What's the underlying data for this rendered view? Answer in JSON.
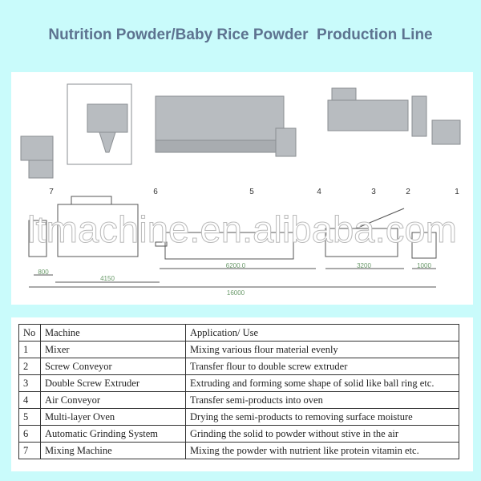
{
  "title": "Nutrition Powder/Baby Rice Powder  Production Line",
  "diagram": {
    "watermark": "ltmachine.en.alibaba.com",
    "callouts": [
      "7",
      "6",
      "5",
      "4",
      "3",
      "2",
      "1"
    ],
    "dimensions": [
      "800",
      "4150",
      "6200.0",
      "3200",
      "1000",
      "16000"
    ]
  },
  "table": {
    "headers": [
      "No",
      "Machine",
      "Application/ Use"
    ],
    "rows": [
      [
        "1",
        "Mixer",
        "Mixing various flour material evenly"
      ],
      [
        "2",
        "Screw Conveyor",
        "Transfer flour to double screw extruder"
      ],
      [
        "3",
        "Double Screw Extruder",
        "Extruding and forming some shape of solid like ball ring etc."
      ],
      [
        "4",
        "Air Conveyor",
        "Transfer semi-products into oven"
      ],
      [
        "5",
        "Multi-layer Oven",
        "Drying the semi-products to removing surface moisture"
      ],
      [
        "6",
        "Automatic Grinding System",
        "Grinding the solid to powder without stive in the air"
      ],
      [
        "7",
        "Mixing Machine",
        "Mixing the powder with nutrient like protein vitamin etc."
      ]
    ]
  }
}
